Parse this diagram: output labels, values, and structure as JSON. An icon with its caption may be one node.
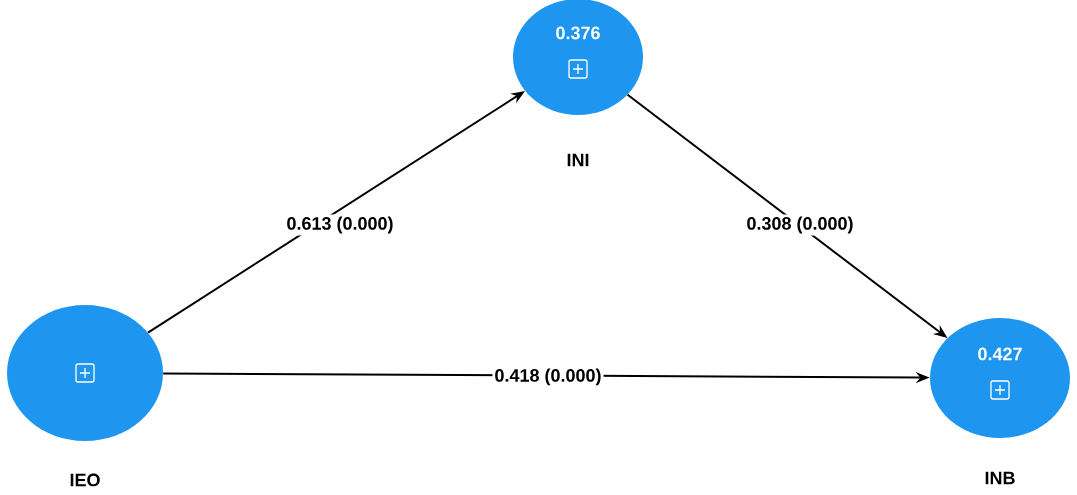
{
  "diagram": {
    "nodes": [
      {
        "text": [
          "IEO"
        ]
      },
      {
        "text": [
          "0.376",
          "INI"
        ]
      },
      {
        "text": [
          "0.427",
          "INB"
        ]
      }
    ],
    "edges": [
      {
        "from": 0,
        "to": 1,
        "arrow": "to",
        "label": "0.613 (0.000)"
      },
      {
        "from": 1,
        "to": 2,
        "arrow": "to",
        "label": "0.308 (0.000)"
      },
      {
        "from": 0,
        "to": 2,
        "arrow": "to",
        "label": "0.418 (0.000)"
      }
    ]
  }
}
